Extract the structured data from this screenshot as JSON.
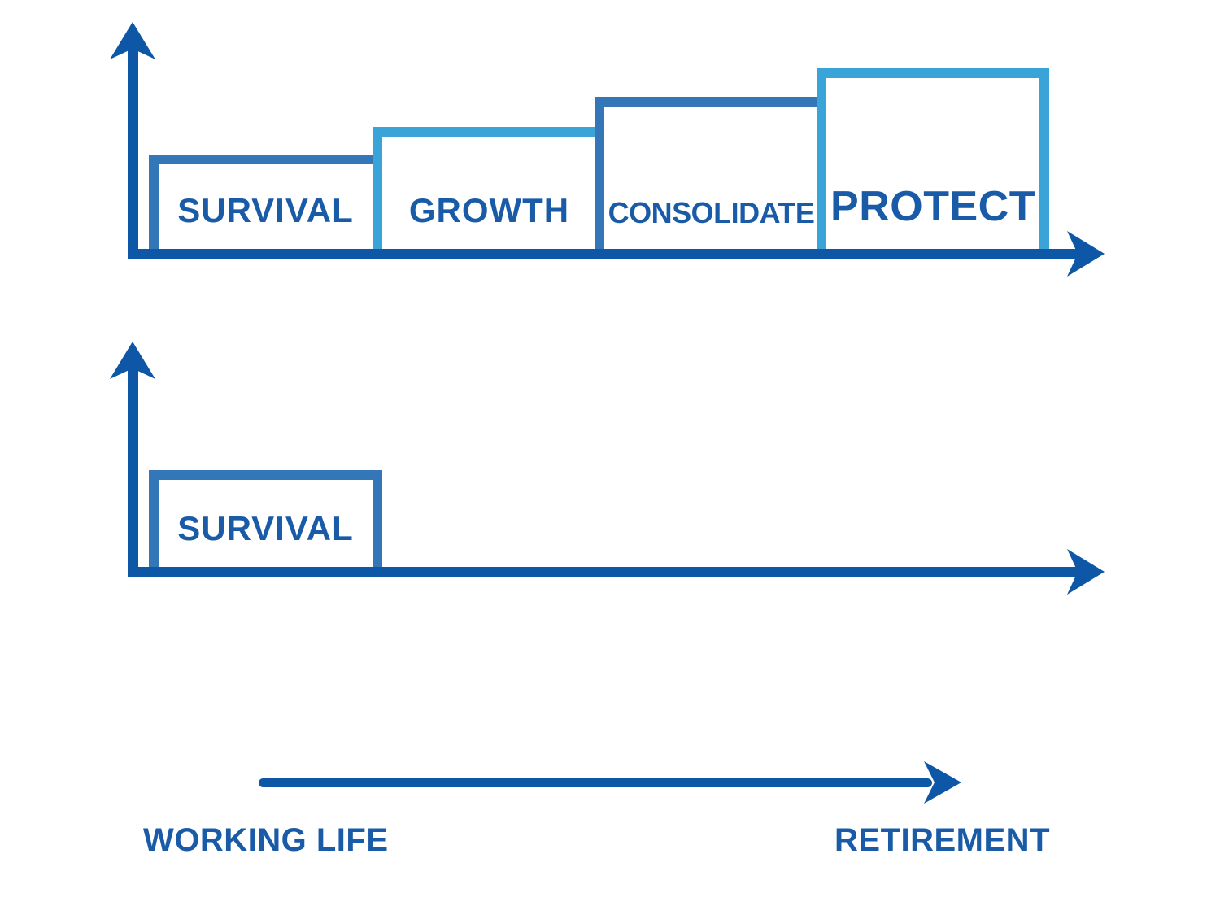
{
  "diagram": {
    "title": "Financial life-stages diagram",
    "top_chart": {
      "stages": [
        {
          "label": "SURVIVAL",
          "border": "medium-blue",
          "relative_height": 1.0
        },
        {
          "label": "GROWTH",
          "border": "light-blue",
          "relative_height": 1.27
        },
        {
          "label": "CONSOLIDATE",
          "border": "medium-blue",
          "relative_height": 1.55
        },
        {
          "label": "PROTECT",
          "border": "light-blue",
          "relative_height": 1.83
        }
      ]
    },
    "middle_chart": {
      "stages": [
        {
          "label": "SURVIVAL",
          "border": "medium-blue",
          "relative_height": 1.0
        }
      ]
    },
    "timeline": {
      "start_label": "WORKING LIFE",
      "end_label": "RETIREMENT"
    }
  },
  "colors": {
    "navy": "#0D57A6",
    "text-blue": "#1A5BA8",
    "medium-blue": "#3377B8",
    "light-blue": "#3AA4D9",
    "background": "#FFFFFF"
  }
}
